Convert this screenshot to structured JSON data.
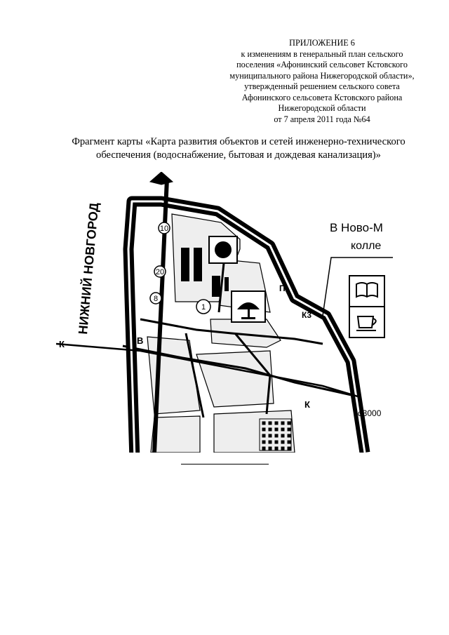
{
  "appendix": {
    "lines": [
      "ПРИЛОЖЕНИЕ 6",
      "к изменениям в генеральный план сельского",
      "поселения «Афонинский сельсовет Кстовского",
      "муниципального района Нижегородской области»,",
      "утвержденный решением сельского совета",
      "Афонинского сельсовета Кстовского района",
      "Нижегородской области",
      "от 7 апреля 2011 года №64"
    ]
  },
  "fragment_title": {
    "line1": "Фрагмент карты «Карта развития объектов и сетей инженерно-технического",
    "line2": "обеспечения (водоснабжение, бытовая и дождевая канализация)»"
  },
  "map": {
    "city_label": "НИЖНИЙ НОВГОРОД",
    "direction_label_1": "В Ново-М",
    "direction_label_2": "колле",
    "pipe_label": "d3000",
    "line_marker_k": "К",
    "line_marker_v": "В",
    "line_marker_p": "П",
    "line_marker_kz": "К3",
    "circle_labels": [
      "10",
      "20",
      "8",
      "1"
    ],
    "colors": {
      "ink": "#000000",
      "paper": "#ffffff",
      "block_fill": "#dddddd",
      "light_fill": "#eeeeee"
    }
  }
}
